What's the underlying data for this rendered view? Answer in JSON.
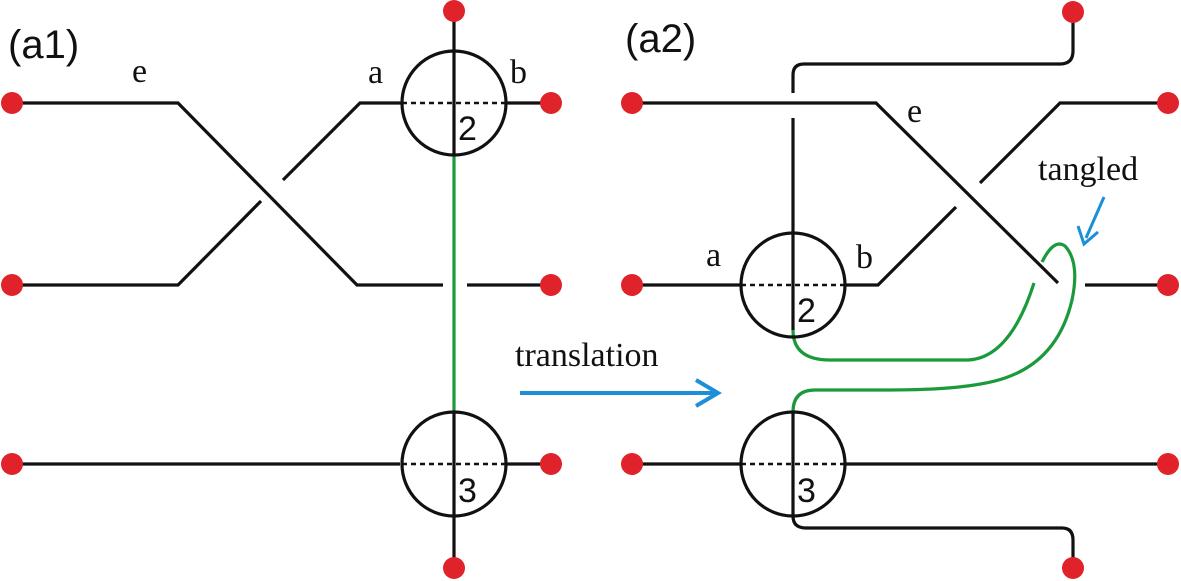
{
  "panels": {
    "left": {
      "label": "(a1)",
      "strands": {
        "e": "e",
        "a": "a",
        "b": "b"
      },
      "nodes": {
        "top": "2",
        "bottom": "3"
      }
    },
    "right": {
      "label": "(a2)",
      "strands": {
        "a": "a",
        "b": "b",
        "e": "e"
      },
      "nodes": {
        "top": "2",
        "bottom": "3"
      },
      "annotation": "tangled"
    }
  },
  "transition": {
    "label": "translation"
  },
  "colors": {
    "endpoint": "#e0232a",
    "strand": "#111111",
    "connector": "#1a9a3a",
    "arrow": "#1b8fd8"
  }
}
